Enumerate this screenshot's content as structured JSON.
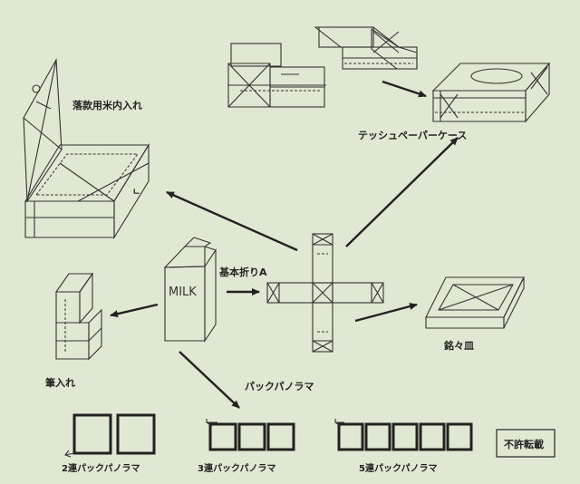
{
  "labels": {
    "rice_box": "落款用米内入れ",
    "tissue_case": "テッシュペーパーケース",
    "milk_text": "MILK",
    "base_fold": "基本折りA",
    "pen_holder": "筆入れ",
    "plate": "銘々皿",
    "panorama": "パックパノラマ",
    "panorama_2": "2連パックパノラマ",
    "panorama_3": "3連パックパノラマ",
    "panorama_5": "5連パックパノラマ",
    "no_reprint": "不許転載"
  },
  "colors": {
    "background": "#dfe8d2",
    "ink": "#222222"
  },
  "icons": [
    "arrow-icon"
  ]
}
